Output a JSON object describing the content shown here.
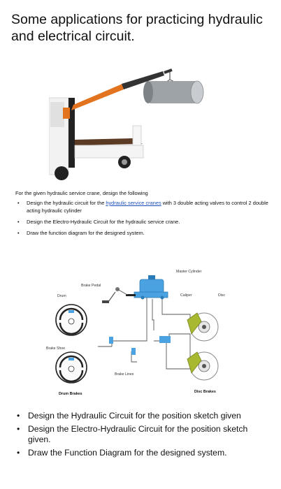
{
  "title": "Some applications for practicing hydraulic and electrical circuit.",
  "crane_section": {
    "intro": "For the given hydraulic service crane, design the following",
    "bullets": [
      {
        "before": "Design the hydraulic circuit for the ",
        "link": "hydraulic service cranes",
        "after": " with 3 double acting valves to control 2 double acting hydraulic cylinder"
      },
      {
        "text": "Design the Electro-Hydraulic Circuit for the hydraulic service crane."
      },
      {
        "text": "Draw the function diagram for the designed system."
      }
    ]
  },
  "diagram": {
    "labels": {
      "master_cylinder": "Master Cylinder",
      "brake_pedal": "Brake Pedal",
      "drum": "Drum",
      "caliper": "Caliper",
      "disc": "Disc",
      "brake_shoe": "Brake Shoe",
      "brake_lines": "Brake Lines",
      "drum_brakes": "Drum Brakes",
      "disc_brakes": "Disc Brakes"
    },
    "colors": {
      "master_cylinder": "#4aa3e0",
      "caliper": "#a8b830",
      "crane_boom": "#e2731f"
    }
  },
  "position_section": {
    "bullets": [
      "Design the Hydraulic Circuit for the position sketch given",
      "Design the Electro-Hydraulic Circuit for the position sketch given.",
      "Draw the Function Diagram for the designed system."
    ]
  },
  "bullet_glyph": "•"
}
